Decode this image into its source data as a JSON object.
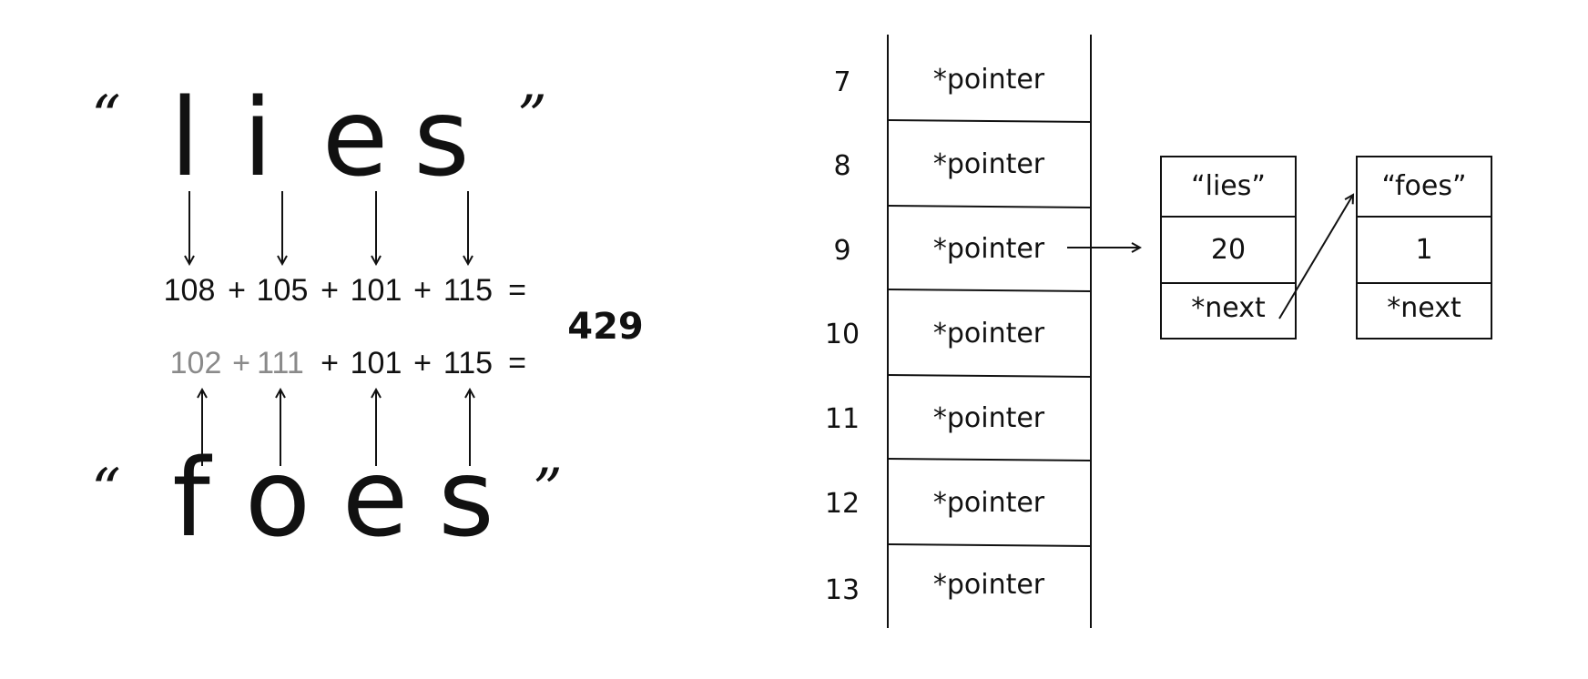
{
  "left": {
    "top_word": {
      "open_quote": "“",
      "close_quote": "”",
      "letters": [
        "l",
        "i",
        "e",
        "s"
      ]
    },
    "bottom_word": {
      "open_quote": "“",
      "close_quote": "”",
      "letters": [
        "f",
        "o",
        "e",
        "s"
      ]
    },
    "equation_top": [
      "108",
      "+",
      "105",
      "+",
      "101",
      "+",
      "115",
      "="
    ],
    "equation_bottom": [
      "102",
      "+",
      "111",
      "+",
      "101",
      "+",
      "115",
      "="
    ],
    "equation_bottom_grey_count": 3,
    "result": "429"
  },
  "table": {
    "rows": [
      {
        "index": "7",
        "cell": "*pointer"
      },
      {
        "index": "8",
        "cell": "*pointer"
      },
      {
        "index": "9",
        "cell": "*pointer"
      },
      {
        "index": "10",
        "cell": "*pointer"
      },
      {
        "index": "11",
        "cell": "*pointer"
      },
      {
        "index": "12",
        "cell": "*pointer"
      },
      {
        "index": "13",
        "cell": "*pointer"
      }
    ],
    "linked_row_index": "9"
  },
  "nodes": [
    {
      "key": "“lies”",
      "value": "20",
      "next": "*next"
    },
    {
      "key": "“foes”",
      "value": "1",
      "next": "*next"
    }
  ],
  "colors": {
    "ink": "#111111",
    "grey_text": "#8a8a8a",
    "background": "#ffffff"
  }
}
